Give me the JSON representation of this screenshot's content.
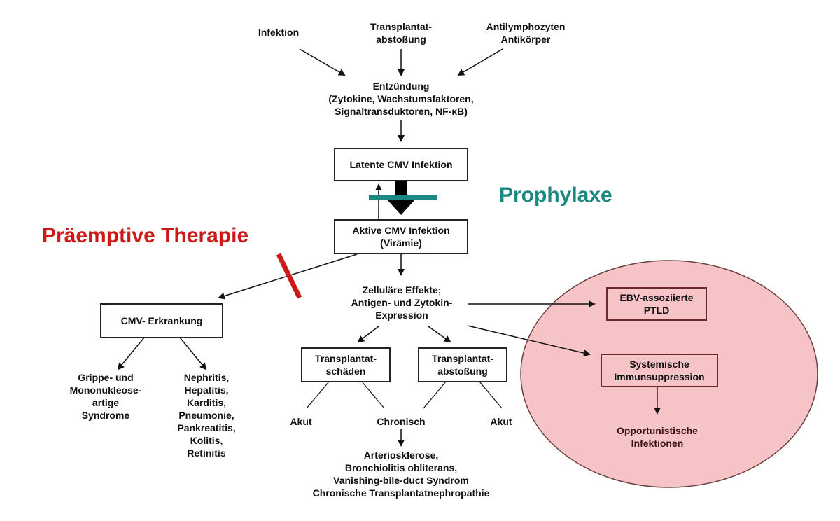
{
  "colors": {
    "prophylaxe": "#1a8a80",
    "praemptive": "#cc1a1a",
    "ellipse_fill": "#f6c4c6",
    "ellipse_stroke": "#6b4040",
    "line": "#111111"
  },
  "triggers": {
    "infektion": "Infektion",
    "transplantat_abstossung": "Transplantat-\nabstoßung",
    "antilymphozyten": "Antilymphozyten\nAntikörper"
  },
  "entzuendung": "Entzündung\n(Zytokine, Wachstumsfaktoren,\nSignaltransduktoren, NF-κB)",
  "latente_cmv": "Latente CMV Infektion",
  "aktive_cmv": "Aktive CMV Infektion\n(Virämie)",
  "prophylaxe_label": "Prophylaxe",
  "praemptive_label": "Präemptive Therapie",
  "cmv_erkrankung": {
    "title": "CMV- Erkrankung",
    "left": "Grippe- und\nMononukleose-\nartige\nSyndrome",
    "right": "Nephritis,\nHepatitis,\nKarditis,\nPneumonie,\nPankreatitis,\nKolitis,\nRetinitis"
  },
  "zellulaere_effekte": "Zelluläre Effekte;\nAntigen- und Zytokin-\nExpression",
  "transplantat_schaeden": "Transplantat-\nschäden",
  "transplantat_abstossung_box": "Transplantat-\nabstoßung",
  "akut_left": "Akut",
  "chronisch": "Chronisch",
  "akut_right": "Akut",
  "chronic_outcomes": "Arteriosklerose,\nBronchiolitis obliterans,\nVanishing-bile-duct Syndrom\nChronische Transplantatnephropathie",
  "ellipse": {
    "ebv": "EBV-assoziierte\nPTLD",
    "immunsuppression": "Systemische\nImmunsuppression",
    "opportunistische": "Opportunistische\nInfektionen"
  }
}
